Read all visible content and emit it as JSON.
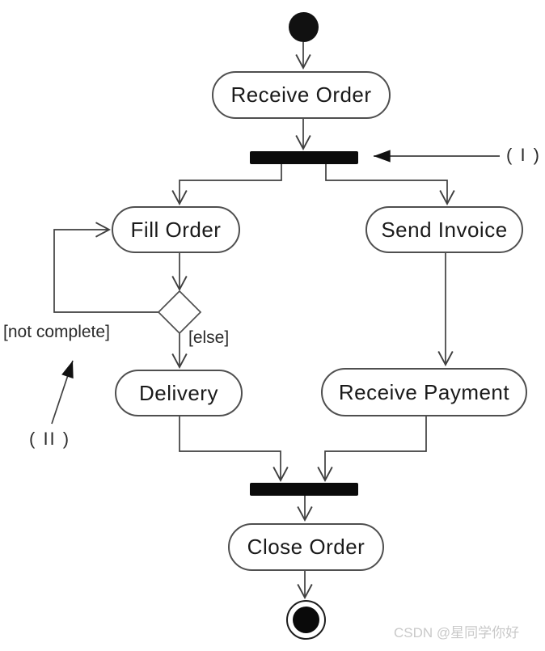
{
  "diagram": {
    "title": "order-processing-activity-diagram",
    "colors": {
      "background": "#ffffff",
      "line": "#3f3f3f",
      "node_border": "#4f4f4f",
      "node_fill": "#ffffff",
      "bar_fill": "#0b0b0b",
      "text": "#1a1a1a",
      "annotation_text": "#2b2b2b",
      "watermark": "#c9c9c9"
    },
    "nodes": {
      "start": {
        "type": "initial-node"
      },
      "receive_order": {
        "label": "Receive Order"
      },
      "fork": {
        "type": "fork-bar"
      },
      "fill_order": {
        "label": "Fill Order"
      },
      "send_invoice": {
        "label": "Send Invoice"
      },
      "decision": {
        "type": "decision-diamond"
      },
      "delivery": {
        "label": "Delivery"
      },
      "receive_payment": {
        "label": "Receive Payment"
      },
      "join": {
        "type": "join-bar"
      },
      "close_order": {
        "label": "Close Order"
      },
      "final": {
        "type": "activity-final-node"
      }
    },
    "edge_labels": {
      "not_complete": "[not complete]",
      "else_branch": "[else]"
    },
    "annotations": {
      "fork_marker": "( I )",
      "loop_marker": "( II )"
    }
  },
  "watermark": {
    "text": "CSDN @星同学你好"
  }
}
